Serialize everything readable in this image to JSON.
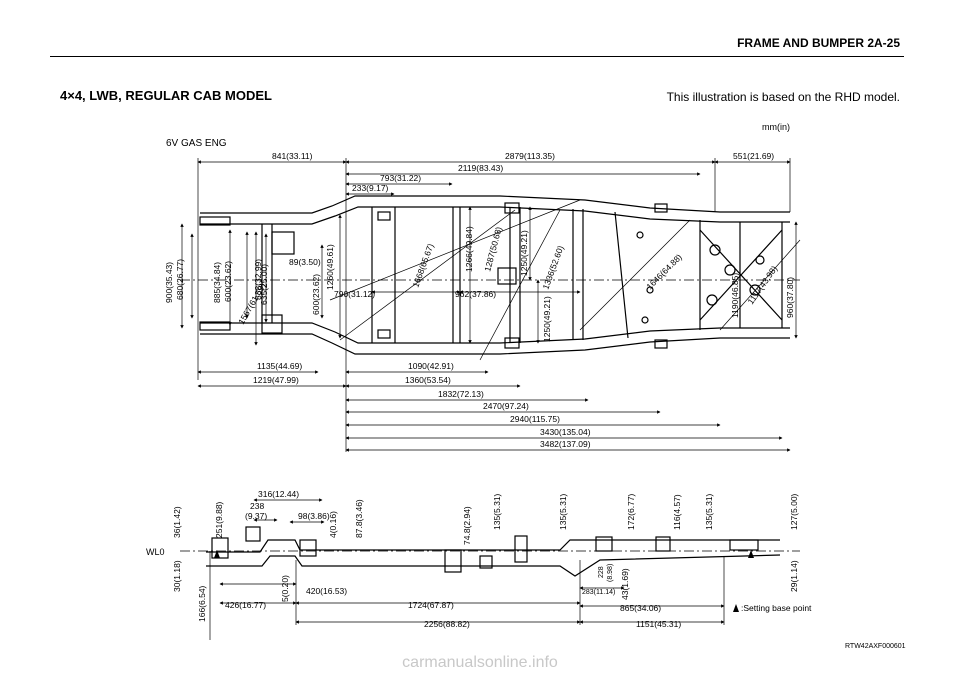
{
  "header": {
    "title": "FRAME AND BUMPER  2A-25"
  },
  "model_title": "4×4, LWB, REGULAR CAB MODEL",
  "note": "This illustration is based on the RHD model.",
  "units": "mm(in)",
  "engine_label": "6V GAS ENG",
  "top_dims": {
    "d841": "841(33.11)",
    "d2879": "2879(113.35)",
    "d551": "551(21.69)",
    "d2119": "2119(83.43)",
    "d793": "793(31.22)",
    "d233": "233(9.17)",
    "d900": "900(35.43)",
    "d680": "680(26.77)",
    "d885": "885(34.84)",
    "d600a": "600(23.62)",
    "d1567": "1567(61.69)",
    "d838": "838(32.99)",
    "d635": "635(25.00)",
    "d89": "89(3.50)",
    "d600b": "600(23.62)",
    "d1260": "1260(49.61)",
    "d790": "790(31.12)",
    "d1668": "1668(65.67)",
    "d1266": "1266(49.84)",
    "d962": "962(37.86)",
    "d1287": "1287(50.68)",
    "d1250a": "1250(49.21)",
    "d1336": "1336(52.60)",
    "d1250b": "1250(49.21)",
    "d1646": "1646(64.88)",
    "d1190": "1190(46.85)",
    "d1117": "1117(43.98)",
    "d960": "960(37.80)",
    "d1135": "1135(44.69)",
    "d1090": "1090(42.91)",
    "d1219": "1219(47.99)",
    "d1360": "1360(53.54)",
    "d1832": "1832(72.13)",
    "d2470": "2470(97.24)",
    "d2940": "2940(115.75)",
    "d3430": "3430(135.04)",
    "d3482": "3482(137.09)"
  },
  "side_dims": {
    "d316": "316(12.44)",
    "d238": "238",
    "d238b": "(9.37)",
    "d98": "98(3.86)",
    "d251": "251(9.88)",
    "d36": "36(1.42)",
    "d4": "4(0.16)",
    "d87": "87.8(3.46)",
    "d74": "74.8(2.94)",
    "d135a": "135(5.31)",
    "d135b": "135(5.31)",
    "d172": "172(6.77)",
    "d116": "116(4.57)",
    "d135c": "135(5.31)",
    "d127": "127(5.00)",
    "wl0": "WL0",
    "d30": "30(1.18)",
    "d166": "166(6.54)",
    "d5": "5(0.20)",
    "d420": "420(16.53)",
    "d426": "426(16.77)",
    "d1724": "1724(67.87)",
    "d2256": "2256(88.82)",
    "d228": "228",
    "d228b": "(8.98)",
    "d283": "283(11.14)",
    "d43": "43(1.69)",
    "d865": "865(34.06)",
    "d1151": "1151(45.31)",
    "d29": "29(1.14)",
    "legend": ":Setting base point"
  },
  "code": "RTW42AXF000601",
  "watermark": "carmanualsonline.info"
}
